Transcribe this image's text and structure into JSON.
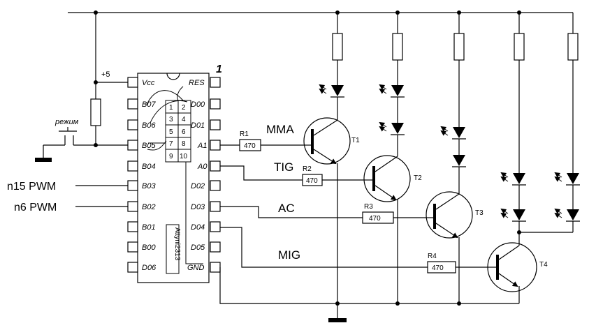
{
  "chip": {
    "number": "1",
    "name": "Attyni2313",
    "left_pins": [
      "Vcc",
      "B07",
      "B06",
      "B05",
      "B04",
      "B03",
      "B02",
      "B01",
      "B00",
      "D06"
    ],
    "right_pins": [
      "RES",
      "D00",
      "D01",
      "A1",
      "A0",
      "D02",
      "D03",
      "D04",
      "D05",
      "GND"
    ],
    "header_pins": [
      "1",
      "2",
      "3",
      "4",
      "5",
      "6",
      "7",
      "8",
      "9",
      "10"
    ]
  },
  "supply_label": "+5",
  "button_label": "режим",
  "inputs": [
    "n15 PWM",
    "n6 PWM"
  ],
  "channels": [
    {
      "mode": "MMA",
      "resistor": "R1",
      "value": "470",
      "transistor": "T1"
    },
    {
      "mode": "TIG",
      "resistor": "R2",
      "value": "470",
      "transistor": "T2"
    },
    {
      "mode": "AC",
      "resistor": "R3",
      "value": "470",
      "transistor": "T3"
    },
    {
      "mode": "MIG",
      "resistor": "R4",
      "value": "470",
      "transistor": "T4"
    }
  ]
}
